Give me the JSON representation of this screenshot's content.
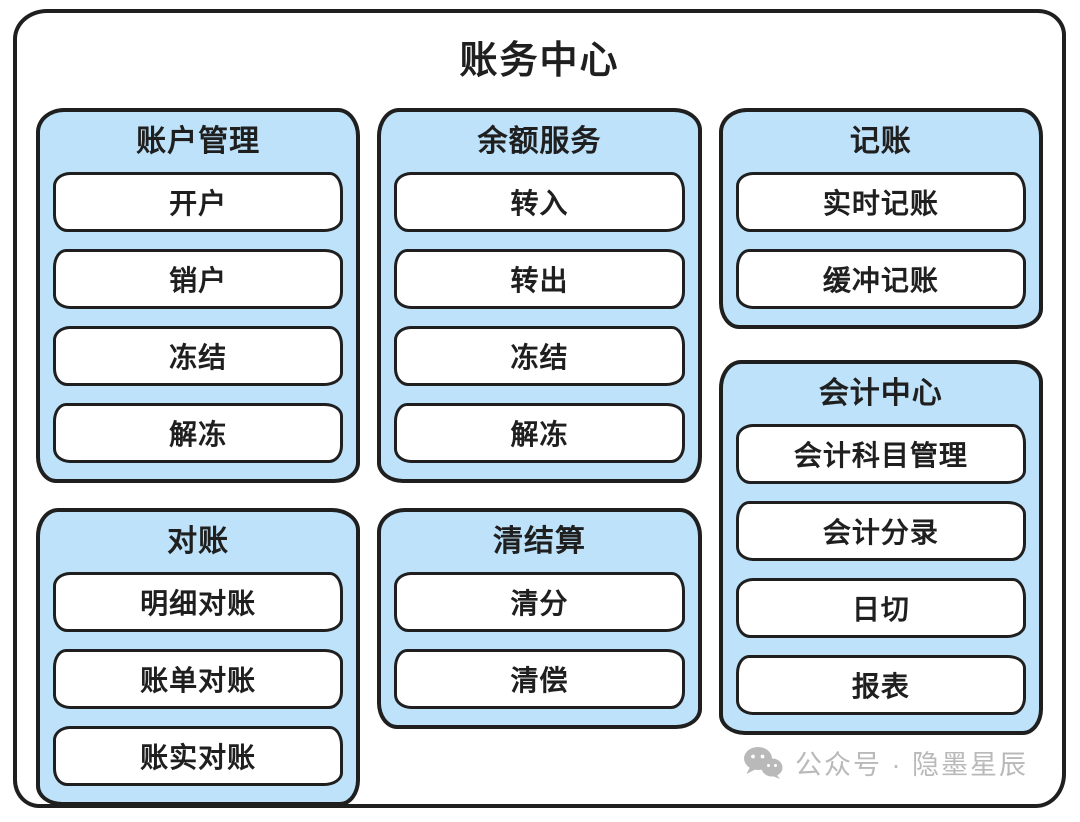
{
  "title": "账务中心",
  "columns": [
    {
      "groups": [
        {
          "title": "账户管理",
          "items": [
            "开户",
            "销户",
            "冻结",
            "解冻"
          ]
        },
        {
          "title": "对账",
          "items": [
            "明细对账",
            "账单对账",
            "账实对账"
          ]
        }
      ]
    },
    {
      "groups": [
        {
          "title": "余额服务",
          "items": [
            "转入",
            "转出",
            "冻结",
            "解冻"
          ]
        },
        {
          "title": "清结算",
          "items": [
            "清分",
            "清偿"
          ]
        }
      ]
    },
    {
      "groups": [
        {
          "title": "记账",
          "items": [
            "实时记账",
            "缓冲记账"
          ]
        },
        {
          "title": "会计中心",
          "items": [
            "会计科目管理",
            "会计分录",
            "日切",
            "报表"
          ]
        }
      ]
    }
  ],
  "watermark": {
    "icon": "wechat-icon",
    "text": "公众号 · 隐墨星辰"
  },
  "colors": {
    "group_fill": "#BDE2FA",
    "item_fill": "#FFFFFF",
    "stroke": "#1F1F1F",
    "watermark_gray": "#B9B9B9",
    "background": "#FFFFFF"
  }
}
